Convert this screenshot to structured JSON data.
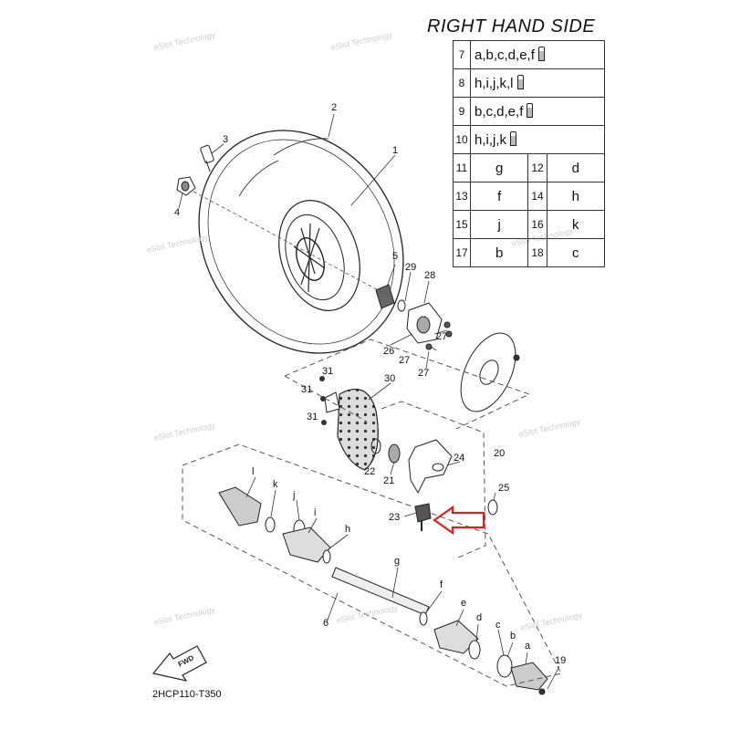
{
  "title": "RIGHT HAND SIDE",
  "diagram_code": "2HCP110-T350",
  "fwd_label": "FWD",
  "watermark": "eSlot Technology",
  "spec_rows": [
    {
      "no": "7",
      "value": "a,b,c,d,e,f",
      "icon": "bolt-icon"
    },
    {
      "no": "8",
      "value": "h,i,j,k,l",
      "icon": "bolt-icon"
    },
    {
      "no": "9",
      "value": "b,c,d,e,f",
      "icon": "bolt-icon"
    },
    {
      "no": "10",
      "value": "h,i,j,k",
      "icon": "bolt-icon"
    }
  ],
  "pair_rows": [
    {
      "no1": "11",
      "v1": "g",
      "no2": "12",
      "v2": "d"
    },
    {
      "no1": "13",
      "v1": "f",
      "no2": "14",
      "v2": "h"
    },
    {
      "no1": "15",
      "v1": "j",
      "no2": "16",
      "v2": "k"
    },
    {
      "no1": "17",
      "v1": "b",
      "no2": "18",
      "v2": "c"
    }
  ],
  "callouts": [
    "1",
    "2",
    "3",
    "4",
    "5",
    "29",
    "28",
    "26",
    "27",
    "27",
    "27",
    "31",
    "31",
    "30",
    "31",
    "22",
    "21",
    "24",
    "20",
    "25",
    "23",
    "l",
    "k",
    "j",
    "i",
    "h",
    "g",
    "f",
    "e",
    "d",
    "c",
    "b",
    "a",
    "6",
    "19"
  ],
  "colors": {
    "highlight_arrow": "#e0201e",
    "line": "#222222",
    "dash": "#555555"
  }
}
